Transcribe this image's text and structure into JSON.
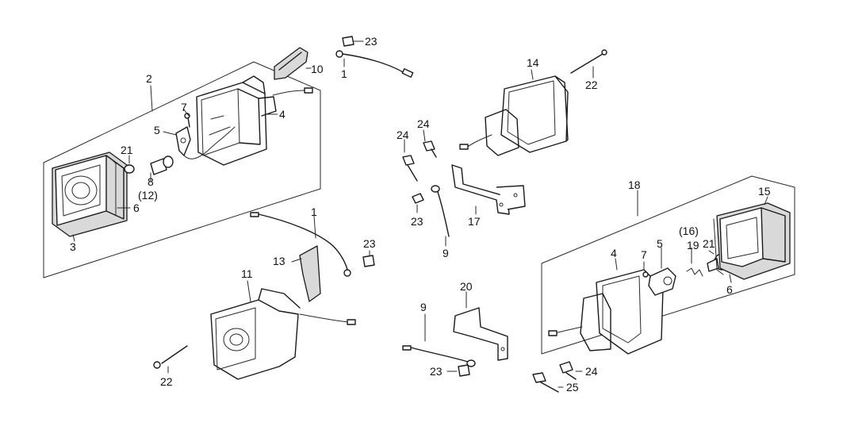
{
  "diagram": {
    "callouts": {
      "c1a": "1",
      "c1b": "1",
      "c2": "2",
      "c3": "3",
      "c4a": "4",
      "c4b": "4",
      "c5a": "5",
      "c5b": "5",
      "c6a": "6",
      "c6b": "6",
      "c7a": "7",
      "c7b": "7",
      "c8": "8",
      "c12": "(12)",
      "c9a": "9",
      "c9b": "9",
      "c10": "10",
      "c11": "11",
      "c13": "13",
      "c14": "14",
      "c15": "15",
      "c16": "(16)",
      "c17": "17",
      "c18": "18",
      "c19": "19",
      "c20": "20",
      "c21a": "21",
      "c21b": "21",
      "c22a": "22",
      "c22b": "22",
      "c23a": "23",
      "c23b": "23",
      "c23c": "23",
      "c23d": "23",
      "c24a": "24",
      "c24b": "24",
      "c24c": "24",
      "c25": "25"
    }
  }
}
